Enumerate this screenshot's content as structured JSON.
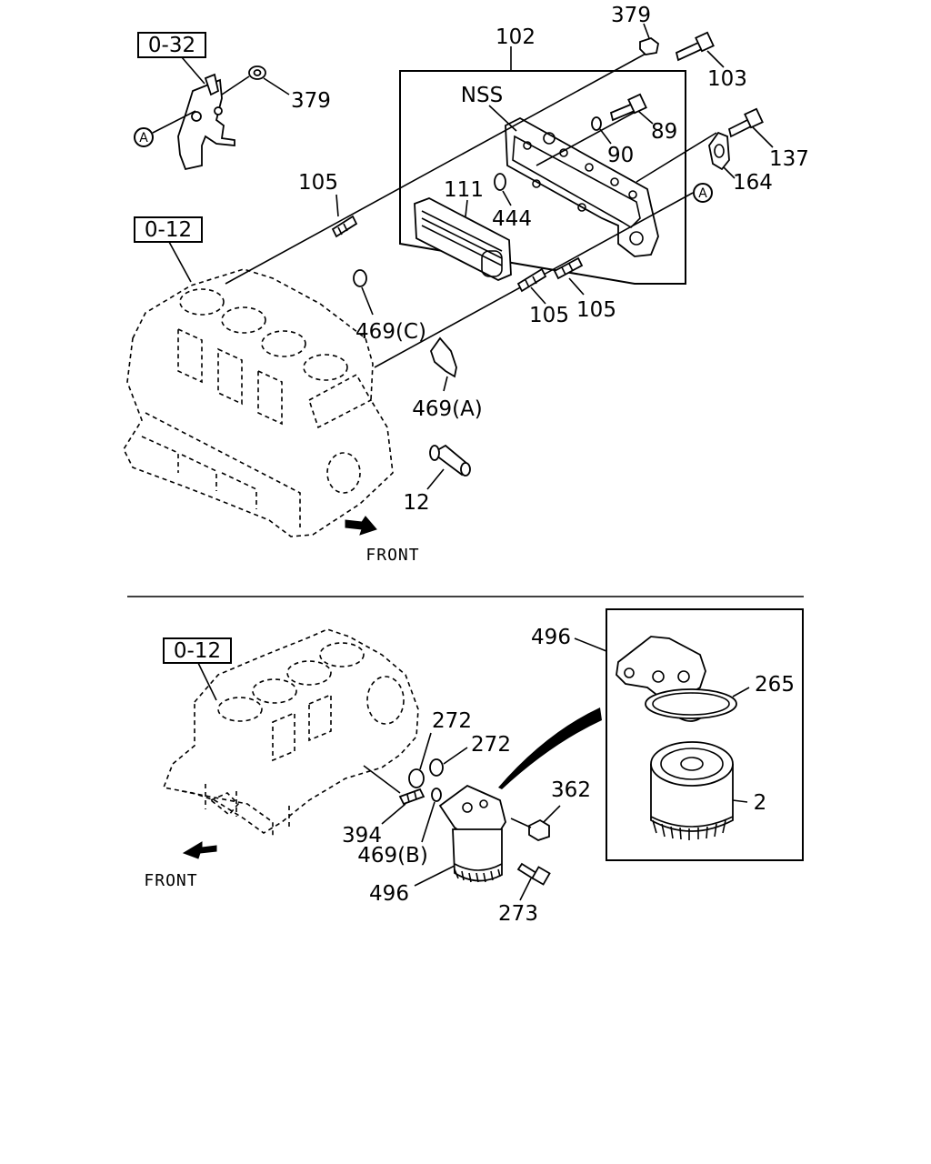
{
  "top": {
    "ref_block": "0-12",
    "ref_thermostat": "0-32",
    "front_label": "FRONT",
    "circle_marker": "A",
    "callouts": {
      "c379a": "379",
      "c379b": "379",
      "c102": "102",
      "c103": "103",
      "nss": "NSS",
      "c89": "89",
      "c90": "90",
      "c137": "137",
      "c164": "164",
      "c105a": "105",
      "c105b": "105",
      "c105c": "105",
      "c111": "111",
      "c444": "444",
      "c469c": "469(C)",
      "c469a": "469(A)",
      "c12": "12"
    }
  },
  "bottom": {
    "ref_block": "0-12",
    "front_label": "FRONT",
    "callouts": {
      "c496a": "496",
      "c496b": "496",
      "c265": "265",
      "c272a": "272",
      "c272b": "272",
      "c362": "362",
      "c2": "2",
      "c394": "394",
      "c469b": "469(B)",
      "c273": "273"
    }
  }
}
